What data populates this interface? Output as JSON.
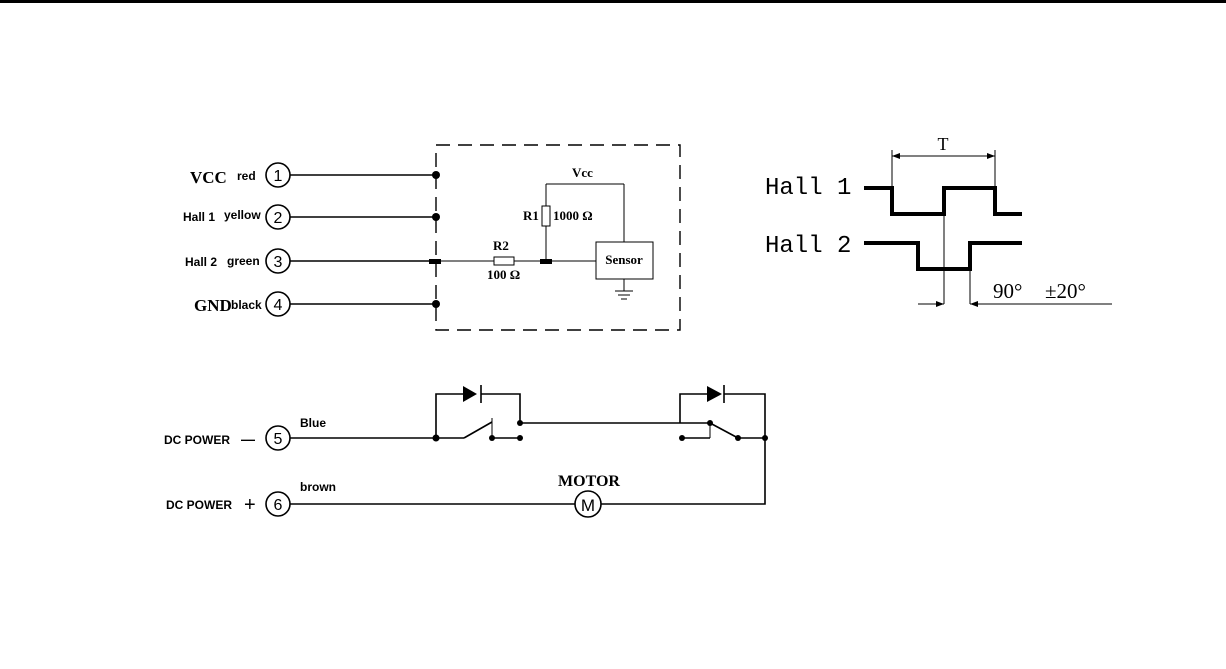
{
  "terminals": [
    {
      "number": "1",
      "name": "VCC",
      "color": "red"
    },
    {
      "number": "2",
      "name": "Hall 1",
      "color": "yellow"
    },
    {
      "number": "3",
      "name": "Hall 2",
      "color": "green"
    },
    {
      "number": "4",
      "name": "GND",
      "color": "black"
    },
    {
      "number": "5",
      "name": "DC POWER",
      "sign": "—",
      "color": "Blue"
    },
    {
      "number": "6",
      "name": "DC POWER",
      "sign": "+",
      "color": "brown"
    }
  ],
  "sensor_box": {
    "vcc": "Vcc",
    "r1_name": "R1",
    "r1_value": "1000 Ω",
    "r2_name": "R2",
    "r2_value": "100 Ω",
    "sensor": "Sensor"
  },
  "motor": {
    "label": "MOTOR",
    "symbol": "M"
  },
  "waveform": {
    "hall1": "Hall 1",
    "hall2": "Hall 2",
    "period": "T",
    "phase": "90°",
    "tolerance": "±20°"
  }
}
